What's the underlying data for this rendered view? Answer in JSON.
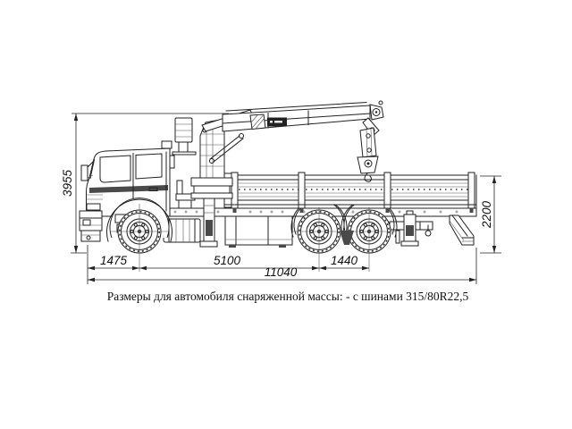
{
  "background": "#ffffff",
  "line_color": "#222222",
  "drawing": {
    "caption": "Размеры для автомобиля снаряженной массы: - с шинами 315/80R22,5",
    "dimensions": {
      "overall_height_mm": "3955",
      "platform_height_mm": "2200",
      "front_overhang_mm": "1475",
      "wheelbase_mm": "5100",
      "rear_bogie_base_mm": "1440",
      "overall_length_mm": "11040"
    }
  }
}
